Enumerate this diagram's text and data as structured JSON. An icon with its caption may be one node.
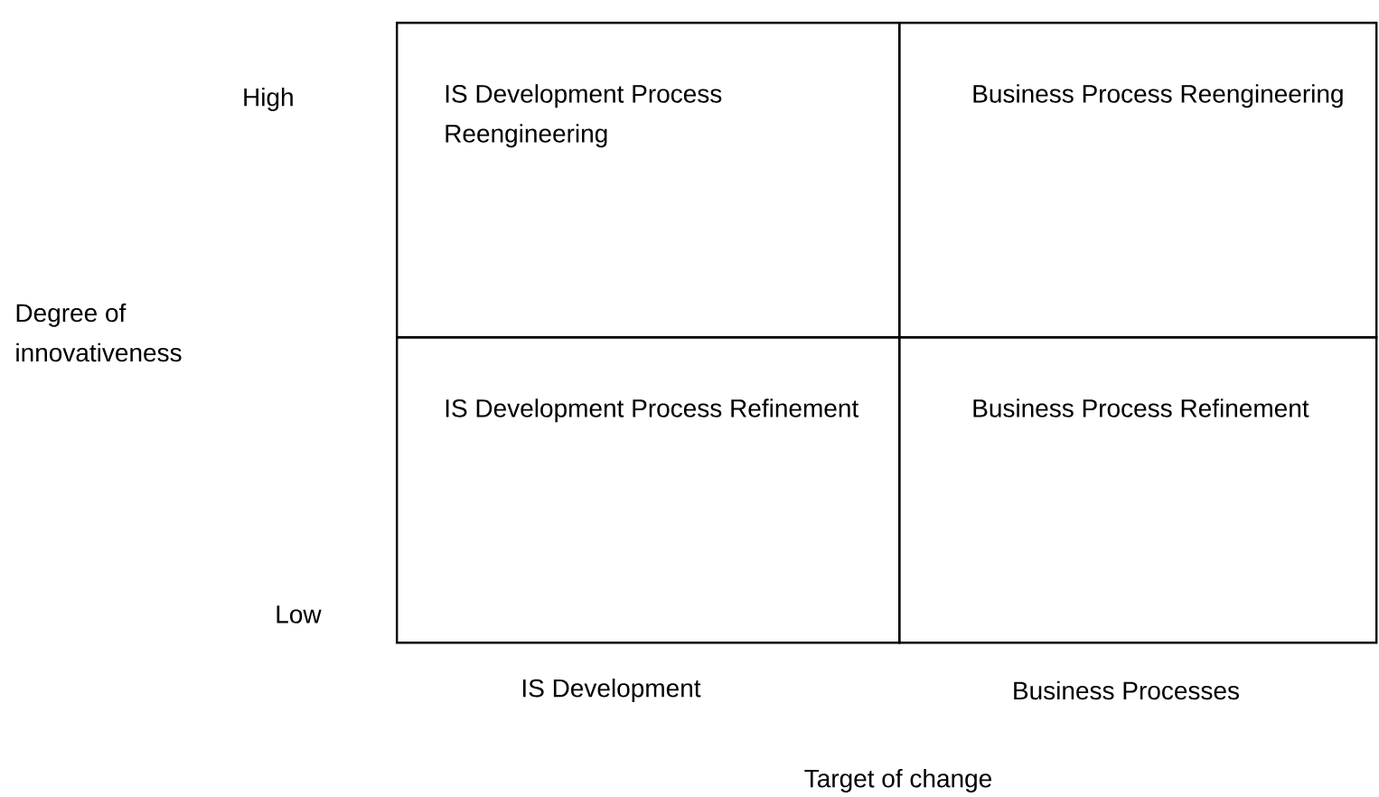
{
  "diagram": {
    "nodes": [
      {
        "text": [
          "IS Development Process Reengineering"
        ]
      },
      {
        "text": [
          "Business Process Reengineering"
        ]
      },
      {
        "text": [
          "IS Development Process Refinement"
        ]
      },
      {
        "text": [
          "Business Process Refinement"
        ]
      }
    ],
    "labels": [
      "High",
      "Degree of innovativeness",
      "Low",
      "IS Development",
      "Business Processes",
      "Target of change"
    ]
  }
}
